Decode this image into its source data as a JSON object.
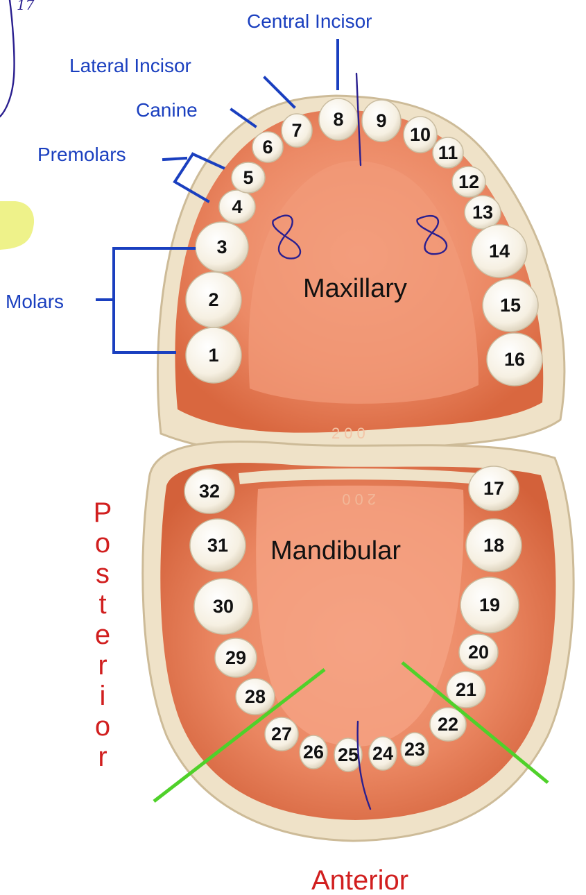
{
  "labels": {
    "central_incisor": "Central Incisor",
    "lateral_incisor": "Lateral Incisor",
    "canine": "Canine",
    "premolars": "Premolars",
    "molars": "Molars",
    "maxillary": "Maxillary",
    "mandibular": "Mandibular",
    "posterior": "Posterior",
    "anterior": "Anterior",
    "stamp_upper": "200",
    "stamp_lower": "200"
  },
  "teeth": {
    "upper": [
      "1",
      "2",
      "3",
      "4",
      "5",
      "6",
      "7",
      "8",
      "9",
      "10",
      "11",
      "12",
      "13",
      "14",
      "15",
      "16"
    ],
    "lower": [
      "17",
      "18",
      "19",
      "20",
      "21",
      "22",
      "23",
      "24",
      "25",
      "26",
      "27",
      "28",
      "29",
      "30",
      "31",
      "32"
    ]
  },
  "annotations": {
    "corner_scribble": "17",
    "left_palate_mark": "8",
    "right_palate_mark": "8"
  },
  "colors": {
    "label_blue": "#1a3fbf",
    "posterior_red": "#d11f1f",
    "gum": "#e8825e",
    "base": "#efe2c8",
    "tooth": "#faf6ee",
    "ink": "#2a1f8f",
    "green_line": "#4fd12a",
    "highlight": "#eef28a"
  }
}
